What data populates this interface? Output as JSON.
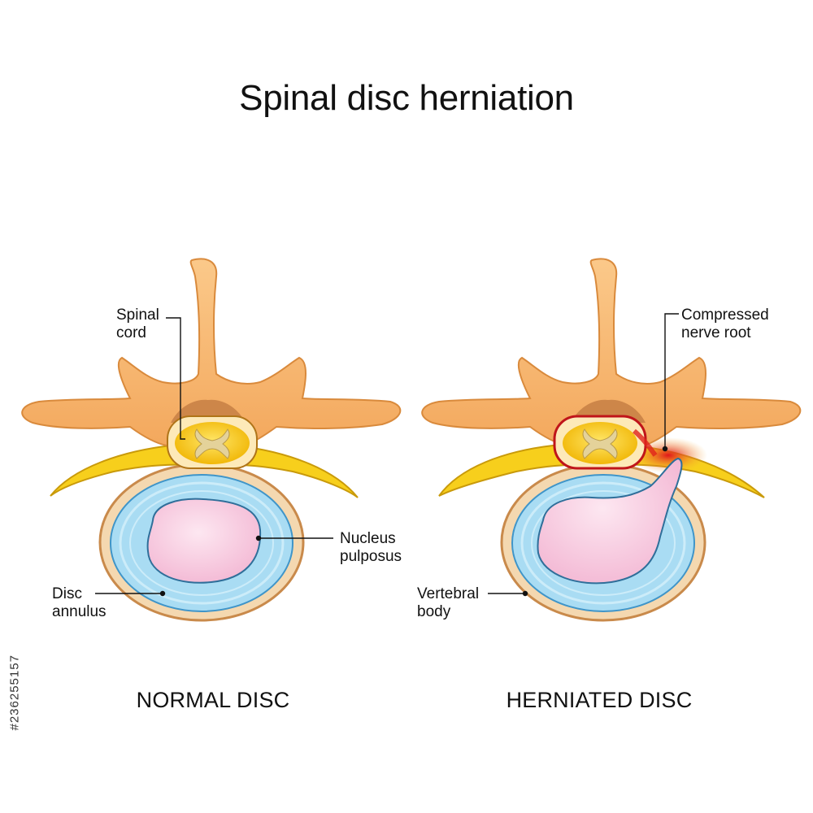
{
  "title": "Spinal disc herniation",
  "labels": {
    "spinal_cord": [
      "Spinal",
      "cord"
    ],
    "disc_annulus": [
      "Disc",
      "annulus"
    ],
    "nucleus_pulposus": [
      "Nucleus",
      "pulposus"
    ],
    "compressed_nerve_root": [
      "Compressed",
      "nerve root"
    ],
    "vertebral_body": [
      "Vertebral",
      "body"
    ]
  },
  "captions": {
    "normal": "NORMAL DISC",
    "herniated": "HERNIATED DISC"
  },
  "stock_id": "#236255157",
  "colors": {
    "bone": "#f7b26a",
    "bone_edge": "#d98a3c",
    "nerve": "#f6d21e",
    "disc_annulus": "#9fd6f0",
    "nucleus": "#f6c8df",
    "body_ring": "#f4d8b0",
    "inflamed": "#e0231b"
  }
}
